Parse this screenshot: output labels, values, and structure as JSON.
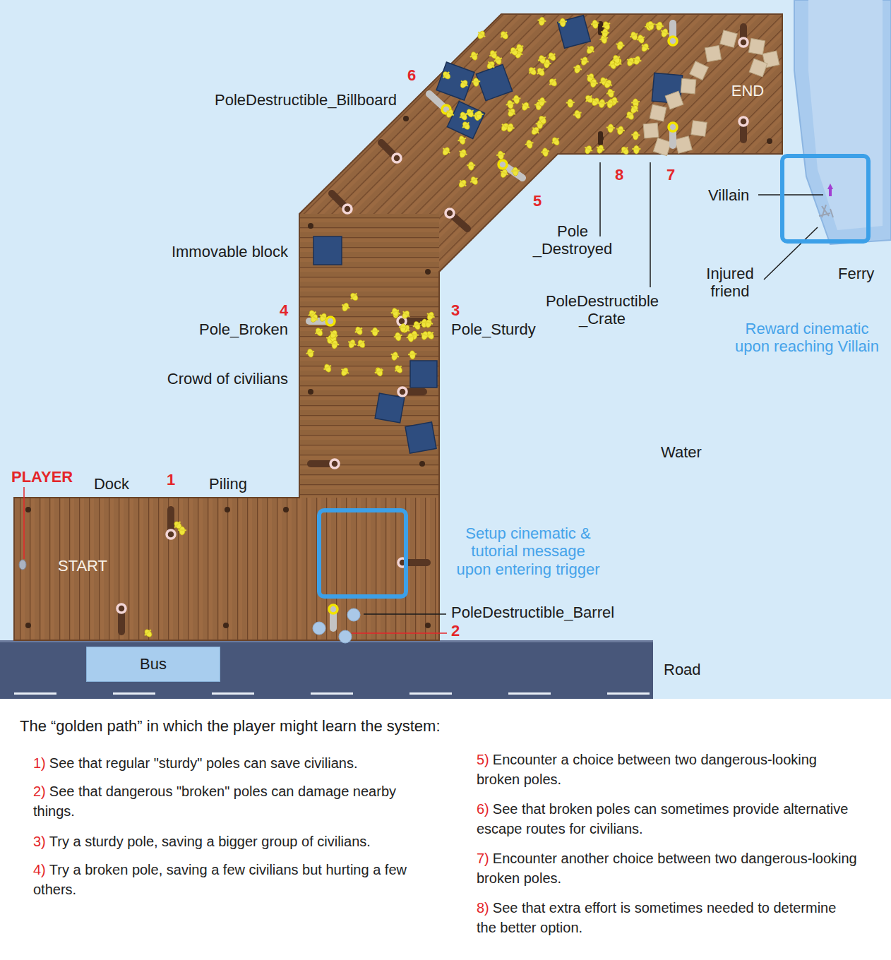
{
  "diagram": {
    "title": "The “golden path” in which the player might learn the system:",
    "nodes": [
      {
        "text": [
          "Reward cinematic upon reaching Villain"
        ]
      },
      {
        "text": [
          "Setup cinematic & tutorial message upon entering trigger"
        ]
      },
      {
        "text": [
          "Bus"
        ]
      }
    ],
    "labels": [
      "PLAYER",
      "Dock",
      "1",
      "Piling",
      "START",
      "2",
      "PoleDestructible_Barrel",
      "Road",
      "Water",
      "Immovable block",
      "4",
      "Pole_Broken",
      "3",
      "Pole_Sturdy",
      "Crowd of civilians",
      "6",
      "PoleDestructible_Billboard",
      "5",
      "8",
      "7",
      "Pole _Destroyed",
      "PoleDestructible _Crate",
      "END",
      "Villain",
      "Injured friend",
      "Ferry",
      "1)",
      "See that regular \"sturdy\" poles can save civilians.",
      "2)",
      "See that dangerous \"broken\" poles can damage nearby things.",
      "3)",
      "Try a sturdy pole, saving a bigger group of civilians.",
      "4)",
      "Try a broken pole, saving a few civilians but hurting a few others.",
      "5)",
      "Encounter a choice between two dangerous-looking broken poles.",
      "6)",
      "See that broken poles can sometimes provide alternative escape routes for civilians.",
      "7)",
      "Encounter another choice between two dangerous-looking broken poles.",
      "8)",
      "See that extra effort is sometimes needed to determine the better option."
    ]
  }
}
